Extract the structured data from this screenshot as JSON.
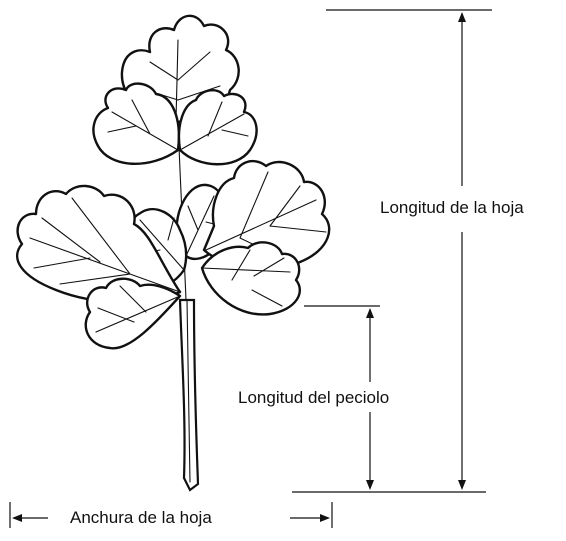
{
  "labels": {
    "leaf_length": "Longitud de la hoja",
    "petiole_length": "Longitud del peciolo",
    "leaf_width": "Anchura de la hoja"
  },
  "colors": {
    "line": "#111111",
    "background": "#ffffff"
  }
}
